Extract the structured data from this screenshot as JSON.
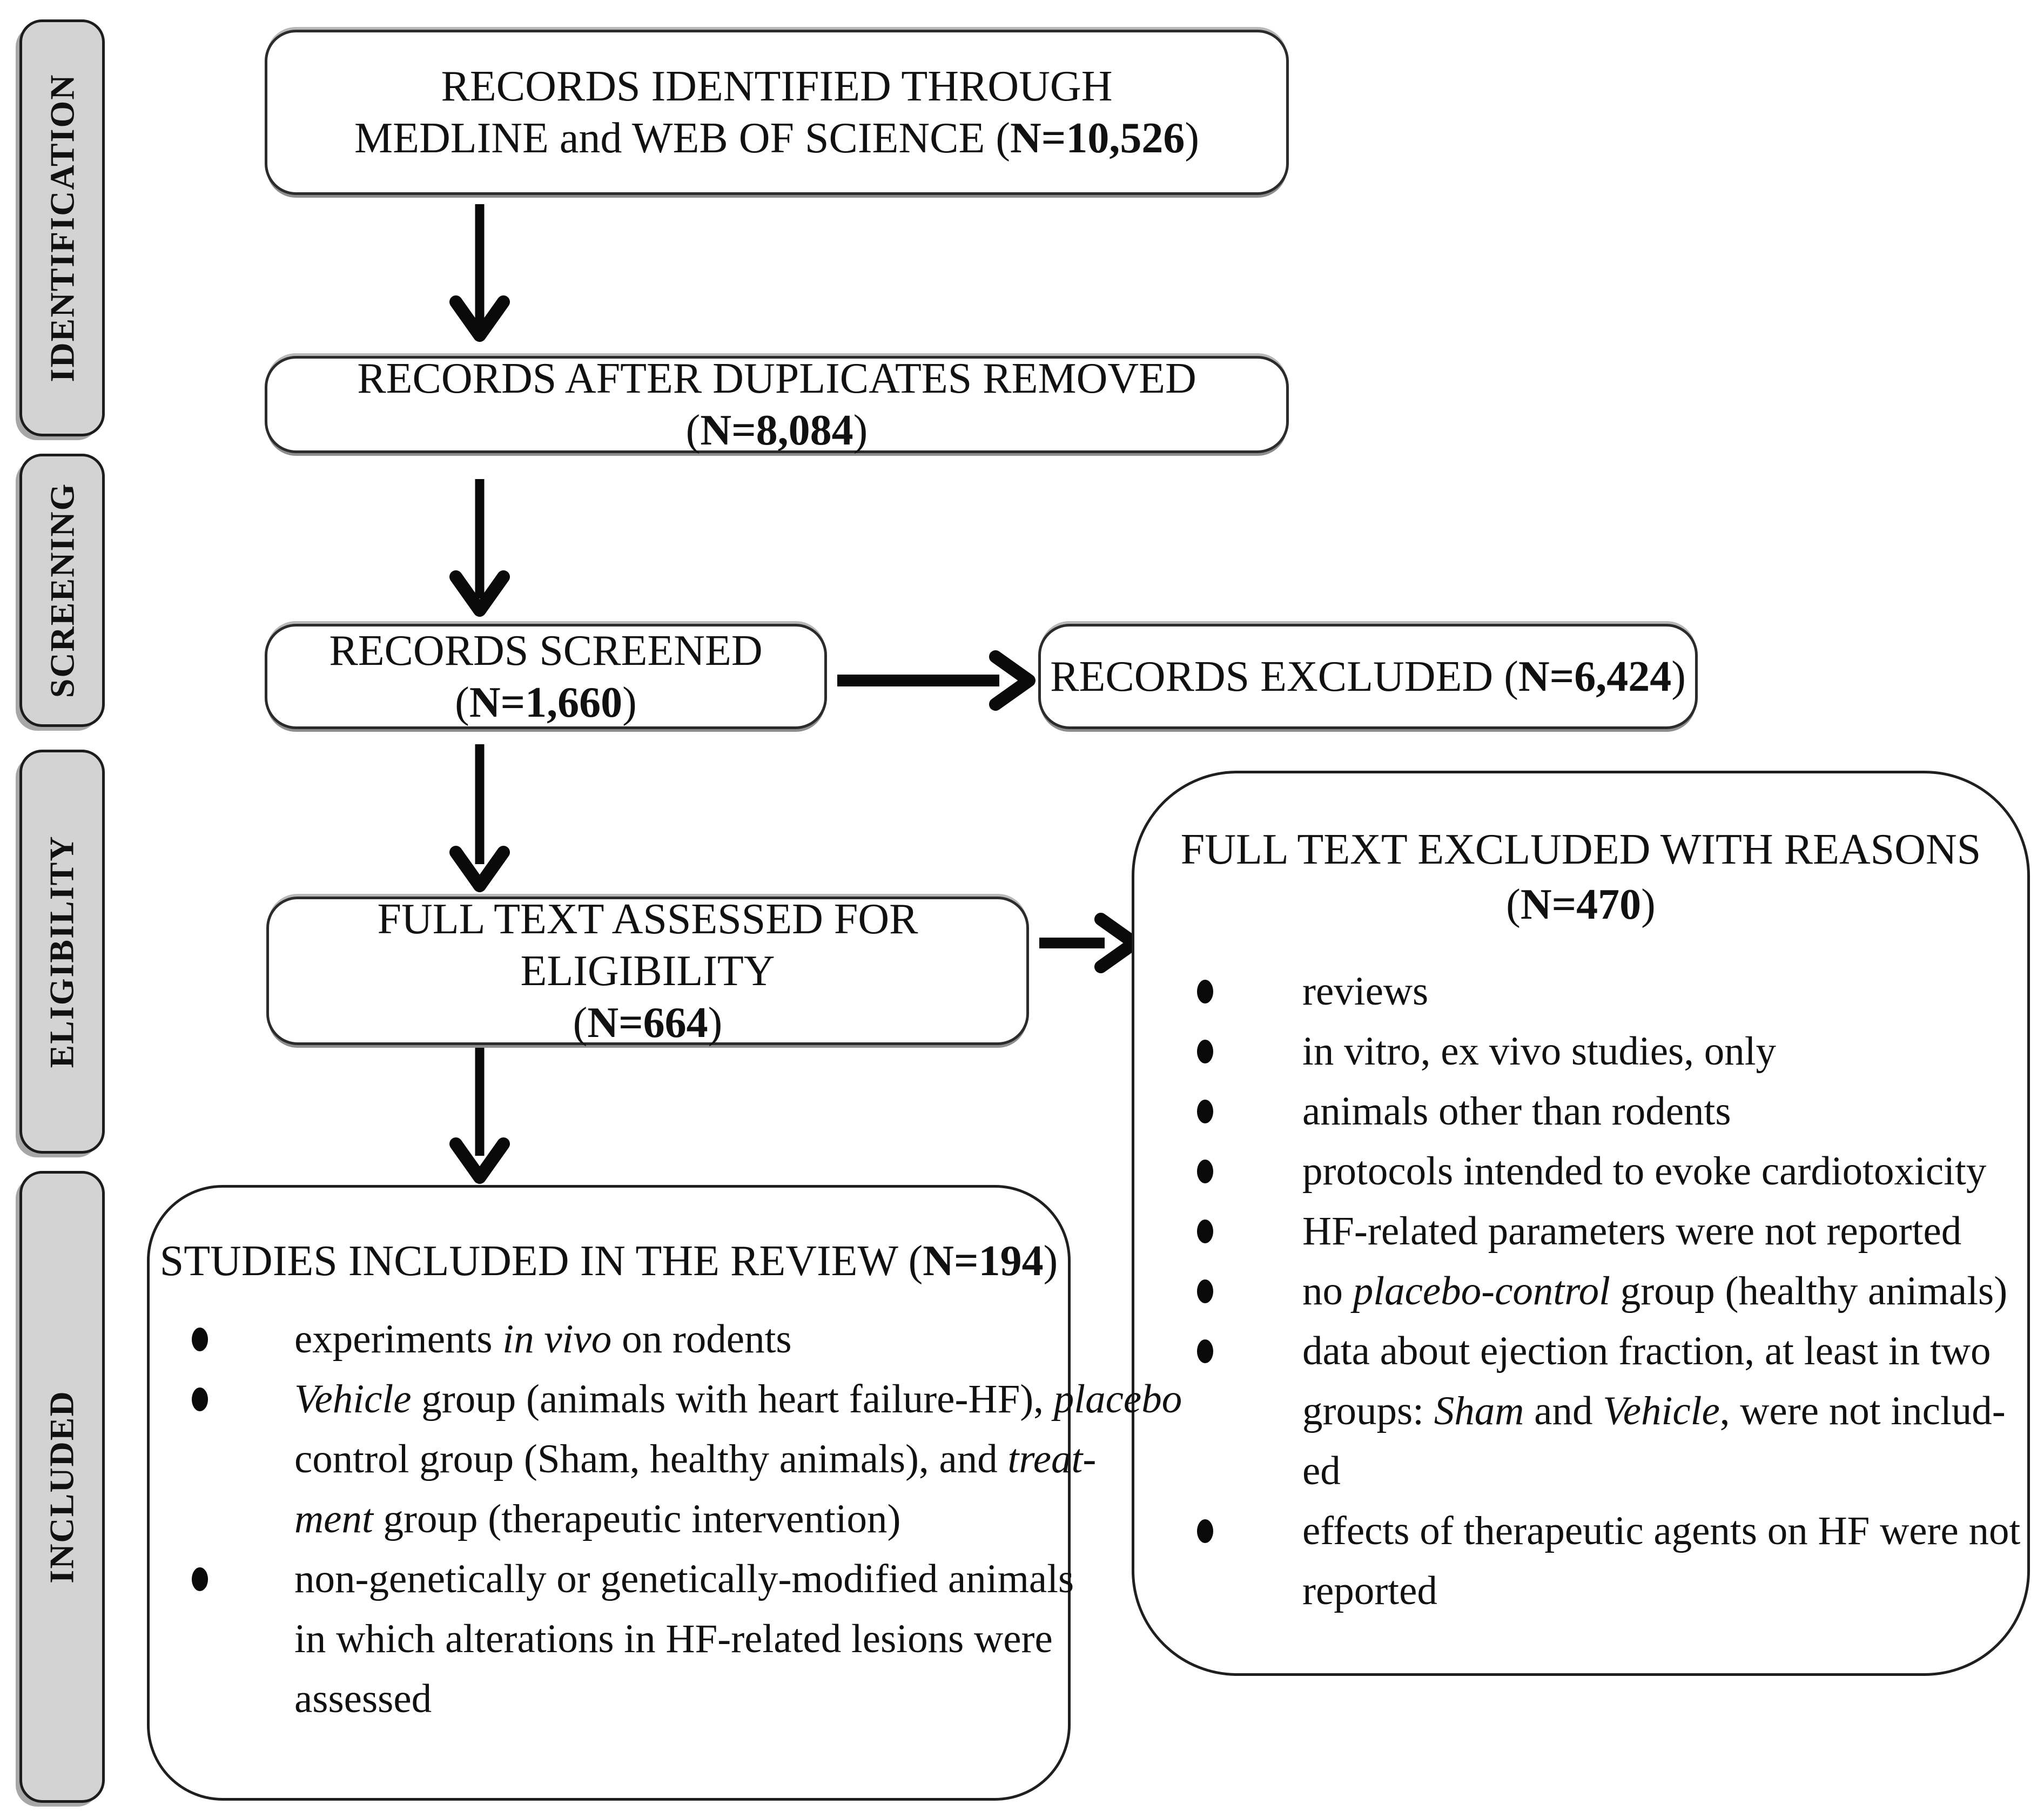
{
  "colors": {
    "stage_fill": "#d3d3d3",
    "ink": "#111111",
    "arrow": "#0a0a0a"
  },
  "sidebar": {
    "stages": [
      {
        "label": "IDENTIFICATION"
      },
      {
        "label": "SCREENING"
      },
      {
        "label": "ELIGIBILITY"
      },
      {
        "label": "INCLUDED"
      }
    ]
  },
  "flow": {
    "identified": {
      "lines": [
        "RECORDS IDENTIFIED THROUGH",
        "MEDLINE and WEB OF SCIENCE (**N=10,526**)"
      ]
    },
    "duplicates_removed": {
      "lines": [
        "RECORDS AFTER DUPLICATES REMOVED (**N=8,084**)"
      ]
    },
    "screened": {
      "lines": [
        "RECORDS SCREENED (**N=1,660**)"
      ]
    },
    "excluded": {
      "lines": [
        "RECORDS EXCLUDED (**N=6,424**)"
      ]
    },
    "full_text_assessed": {
      "lines": [
        "FULL TEXT ASSESSED FOR ELIGIBILITY",
        "(**N=664**)"
      ]
    },
    "full_text_excluded": {
      "title_lines": [
        "FULL TEXT EXCLUDED WITH REASONS",
        "(**N=470**)"
      ],
      "bullets": [
        {
          "lines": [
            "reviews"
          ]
        },
        {
          "lines": [
            "in vitro, ex vivo studies, only"
          ]
        },
        {
          "lines": [
            "animals other than rodents"
          ]
        },
        {
          "lines": [
            "protocols intended to evoke cardiotoxicity"
          ]
        },
        {
          "lines": [
            "HF-related parameters were not reported"
          ]
        },
        {
          "lines": [
            "no *placebo-control* group (healthy animals)"
          ]
        },
        {
          "lines": [
            "data about ejection fraction, at least in two",
            "groups: *Sham* and *Vehicle*, were not includ-",
            "ed"
          ]
        },
        {
          "lines": [
            "effects of therapeutic agents on HF were not",
            "reported"
          ]
        }
      ]
    },
    "included_studies": {
      "title_lines": [
        "STUDIES INCLUDED IN THE REVIEW (**N=194**)"
      ],
      "bullets": [
        {
          "lines": [
            "experiments *in vivo* on rodents"
          ]
        },
        {
          "lines": [
            "*Vehicle* group (animals with heart failure-HF), *placebo*",
            "control group (Sham, healthy animals), and *treat-*",
            "*ment* group (therapeutic intervention)"
          ]
        },
        {
          "lines": [
            "non-genetically or genetically-modified animals",
            "in which alterations in HF-related lesions were",
            "assessed"
          ]
        }
      ]
    }
  }
}
